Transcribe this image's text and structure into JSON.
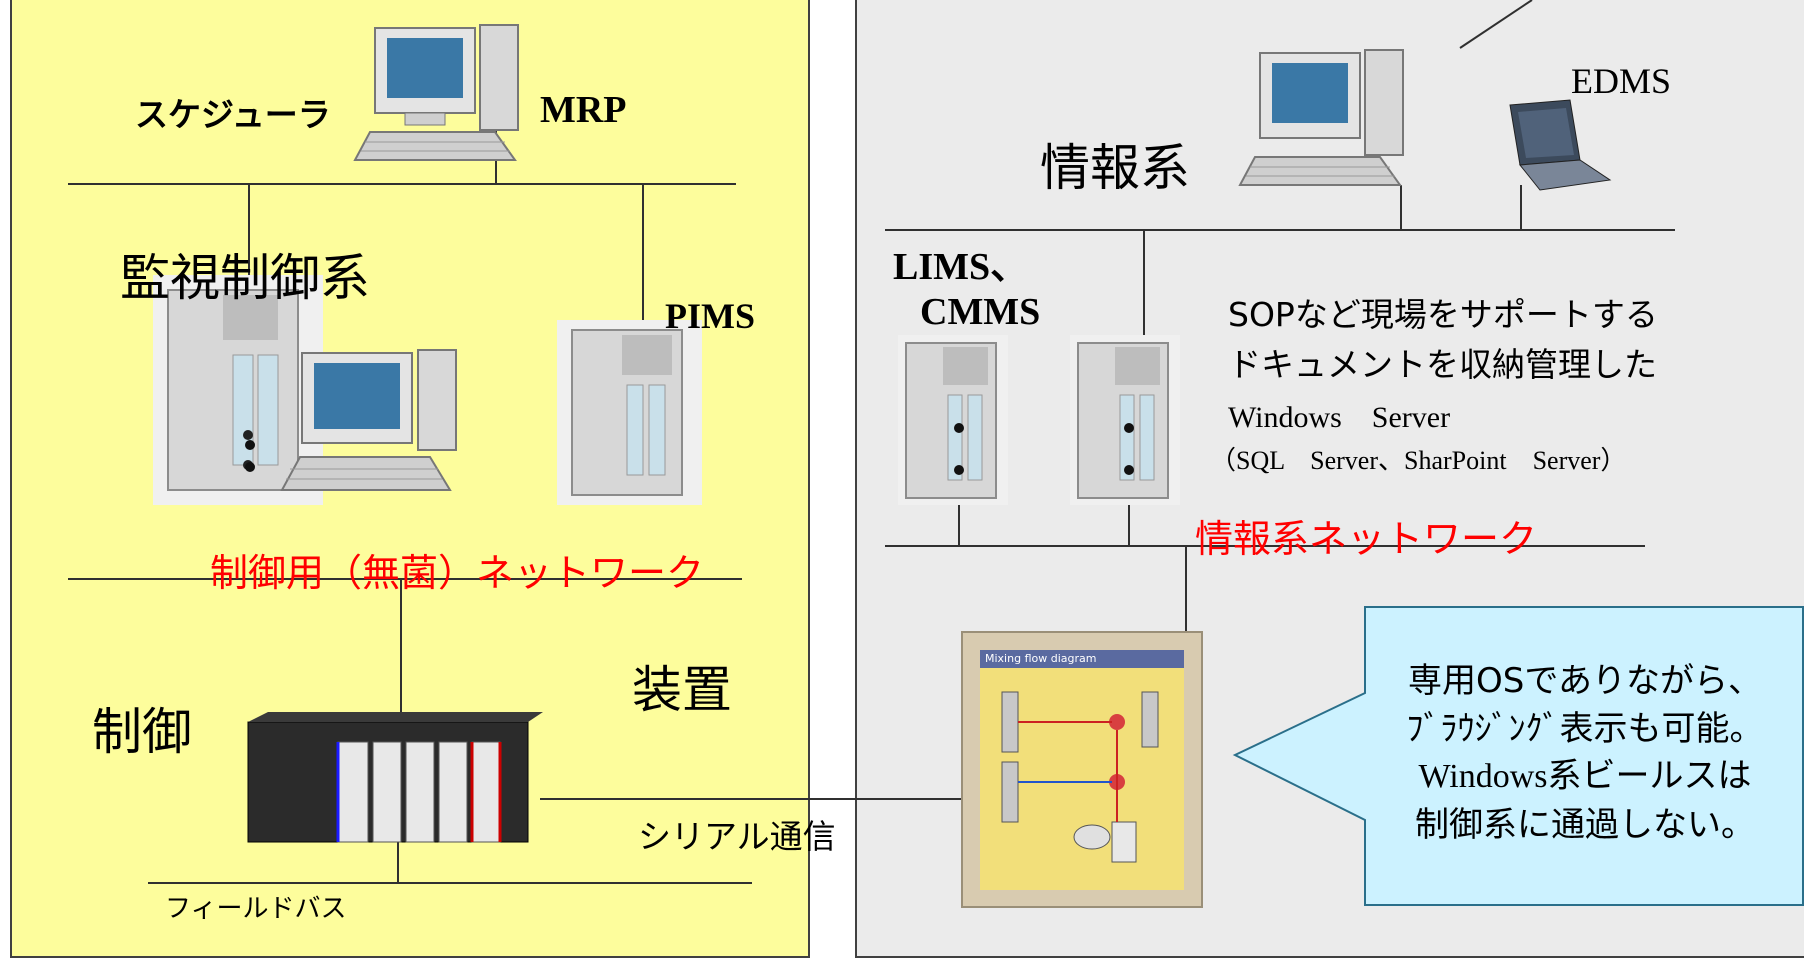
{
  "zones": {
    "control_system": "監視制御系",
    "information_system": "情報系",
    "device": "装置",
    "control": "制御"
  },
  "labels": {
    "scheduler": "スケジューラ",
    "mrp": "MRP",
    "pims": "PIMS",
    "edms": "EDMS",
    "lims": "LIMS、",
    "cmms": "CMMS",
    "sop_line1": "SOPなど現場をサポートする",
    "sop_line2": "ドキュメントを収納管理した",
    "windows_server": "Windows　Server",
    "sql_server": "（SQL　Server、SharPoint　Server）",
    "control_network": "制御用（無菌）ネットワーク",
    "info_network": "情報系ネットワーク",
    "serial": "シリアル通信",
    "fieldbus": "フィールドバス",
    "hmi_title": "Mixing flow diagram"
  },
  "callout": {
    "line1": "専用OSでありながら、",
    "line2": "ﾌﾞﾗｳｼﾞﾝｸﾞ表示も可能。",
    "line3": "Windows系ビールスは",
    "line4": "制御系に通過しない。"
  },
  "colors": {
    "control_zone_bg": "#fdfd9c",
    "info_zone_bg": "#ebebeb",
    "network_label": "#ff0000",
    "callout_bg": "#ccf2ff",
    "callout_border": "#2a6f8a"
  }
}
